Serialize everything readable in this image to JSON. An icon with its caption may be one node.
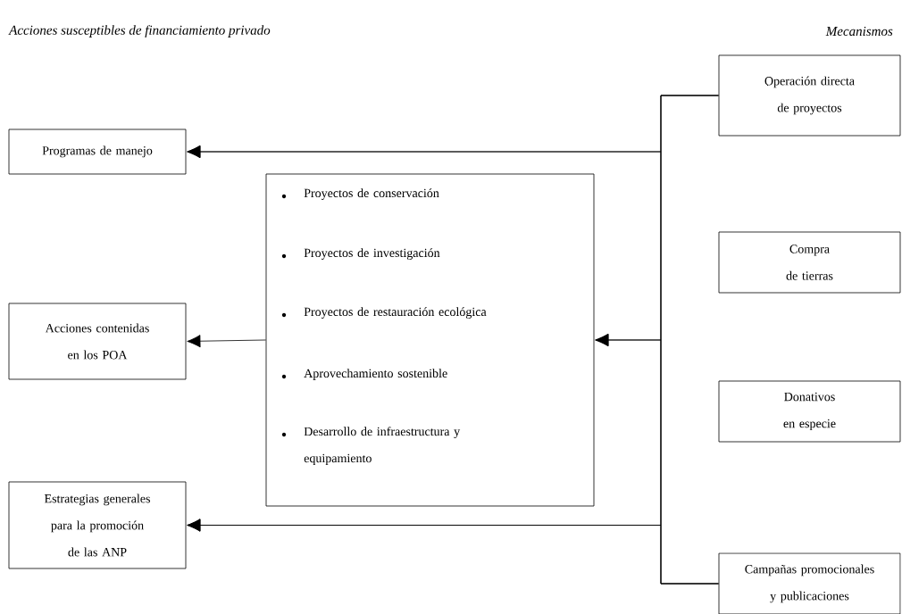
{
  "diagram": {
    "nodes": [
      {
        "text": [
          "Programas de manejo"
        ]
      },
      {
        "text": [
          "Acciones contenidas en los POA"
        ]
      },
      {
        "text": [
          "Estrategias generales para la promoción de las ANP"
        ]
      },
      {
        "text": [
          "Proyectos de conservación",
          "Proyectos de investigación",
          "Proyectos de restauración ecológica",
          "Aprovechamiento sostenible",
          "Desarrollo de infraestructura y equipamiento"
        ]
      },
      {
        "text": [
          "Operación directa de proyectos"
        ]
      },
      {
        "text": [
          "Compra de tierras"
        ]
      },
      {
        "text": [
          "Donativos en especie"
        ]
      },
      {
        "text": [
          "Campañas promocionales y publicaciones"
        ]
      }
    ],
    "edges": [
      {
        "from": 4,
        "to": 0,
        "arrow": "to"
      },
      {
        "from": 4,
        "to": 3,
        "arrow": "to"
      },
      {
        "from": 4,
        "to": 2,
        "arrow": "to"
      },
      {
        "from": 7,
        "to": 0,
        "arrow": "to"
      },
      {
        "from": 7,
        "to": 3,
        "arrow": "to"
      },
      {
        "from": 7,
        "to": 2,
        "arrow": "to"
      },
      {
        "from": 3,
        "to": 1,
        "arrow": "to"
      }
    ],
    "labels": [
      "Acciones susceptibles de financiamiento privado",
      "Mecanismos"
    ]
  }
}
